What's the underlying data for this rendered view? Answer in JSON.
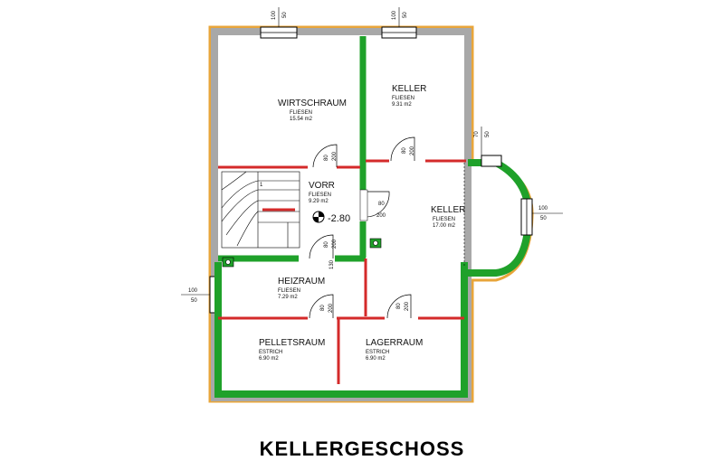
{
  "title": "KELLERGESCHOSS",
  "colors": {
    "outer_insulation": "#e8a53a",
    "outer_wall": "#a8a8a8",
    "green_wall": "#1fa12a",
    "red_wall": "#d42a2a",
    "line": "#000000"
  },
  "rooms": [
    {
      "id": "wirtschraum",
      "name": "WIRTSCHRAUM",
      "floor": "FLIESEN",
      "area": "15.54 m2"
    },
    {
      "id": "keller-top",
      "name": "KELLER",
      "floor": "FLIESEN",
      "area": "9.31 m2"
    },
    {
      "id": "vorr",
      "name": "VORR",
      "floor": "FLIESEN",
      "area": "9.29 m2"
    },
    {
      "id": "keller-right",
      "name": "KELLER",
      "floor": "FLIESEN",
      "area": "17.00 m2"
    },
    {
      "id": "heizraum",
      "name": "HEIZRAUM",
      "floor": "FLIESEN",
      "area": "7.29 m2"
    },
    {
      "id": "pelletsraum",
      "name": "PELLETSRAUM",
      "floor": "ESTRICH",
      "area": "6.90 m2"
    },
    {
      "id": "lagerraum",
      "name": "LAGERRAUM",
      "floor": "ESTRICH",
      "area": "6.90 m2"
    }
  ],
  "level_mark": "-2.80",
  "windows": [
    {
      "id": "win-top-left",
      "width": "100",
      "height": "50"
    },
    {
      "id": "win-top-right",
      "width": "100",
      "height": "50"
    },
    {
      "id": "win-bay-side",
      "width": "70",
      "height": "50"
    },
    {
      "id": "win-bay-right",
      "width": "100",
      "height": "50"
    },
    {
      "id": "win-left",
      "width": "100",
      "height": "50"
    }
  ],
  "doors": [
    {
      "id": "door-wirtschraum",
      "width": "80",
      "height": "200"
    },
    {
      "id": "door-keller-top",
      "width": "80",
      "height": "200"
    },
    {
      "id": "door-vorr-keller",
      "width": "80",
      "height": "200"
    },
    {
      "id": "door-vorr-heiz",
      "width": "80",
      "height": "200"
    },
    {
      "id": "door-heiz-pellets",
      "width": "80",
      "height": "200"
    },
    {
      "id": "door-lager",
      "width": "80",
      "height": "200"
    }
  ],
  "stair_step_number": "1",
  "stair_bottom_dim": "130"
}
